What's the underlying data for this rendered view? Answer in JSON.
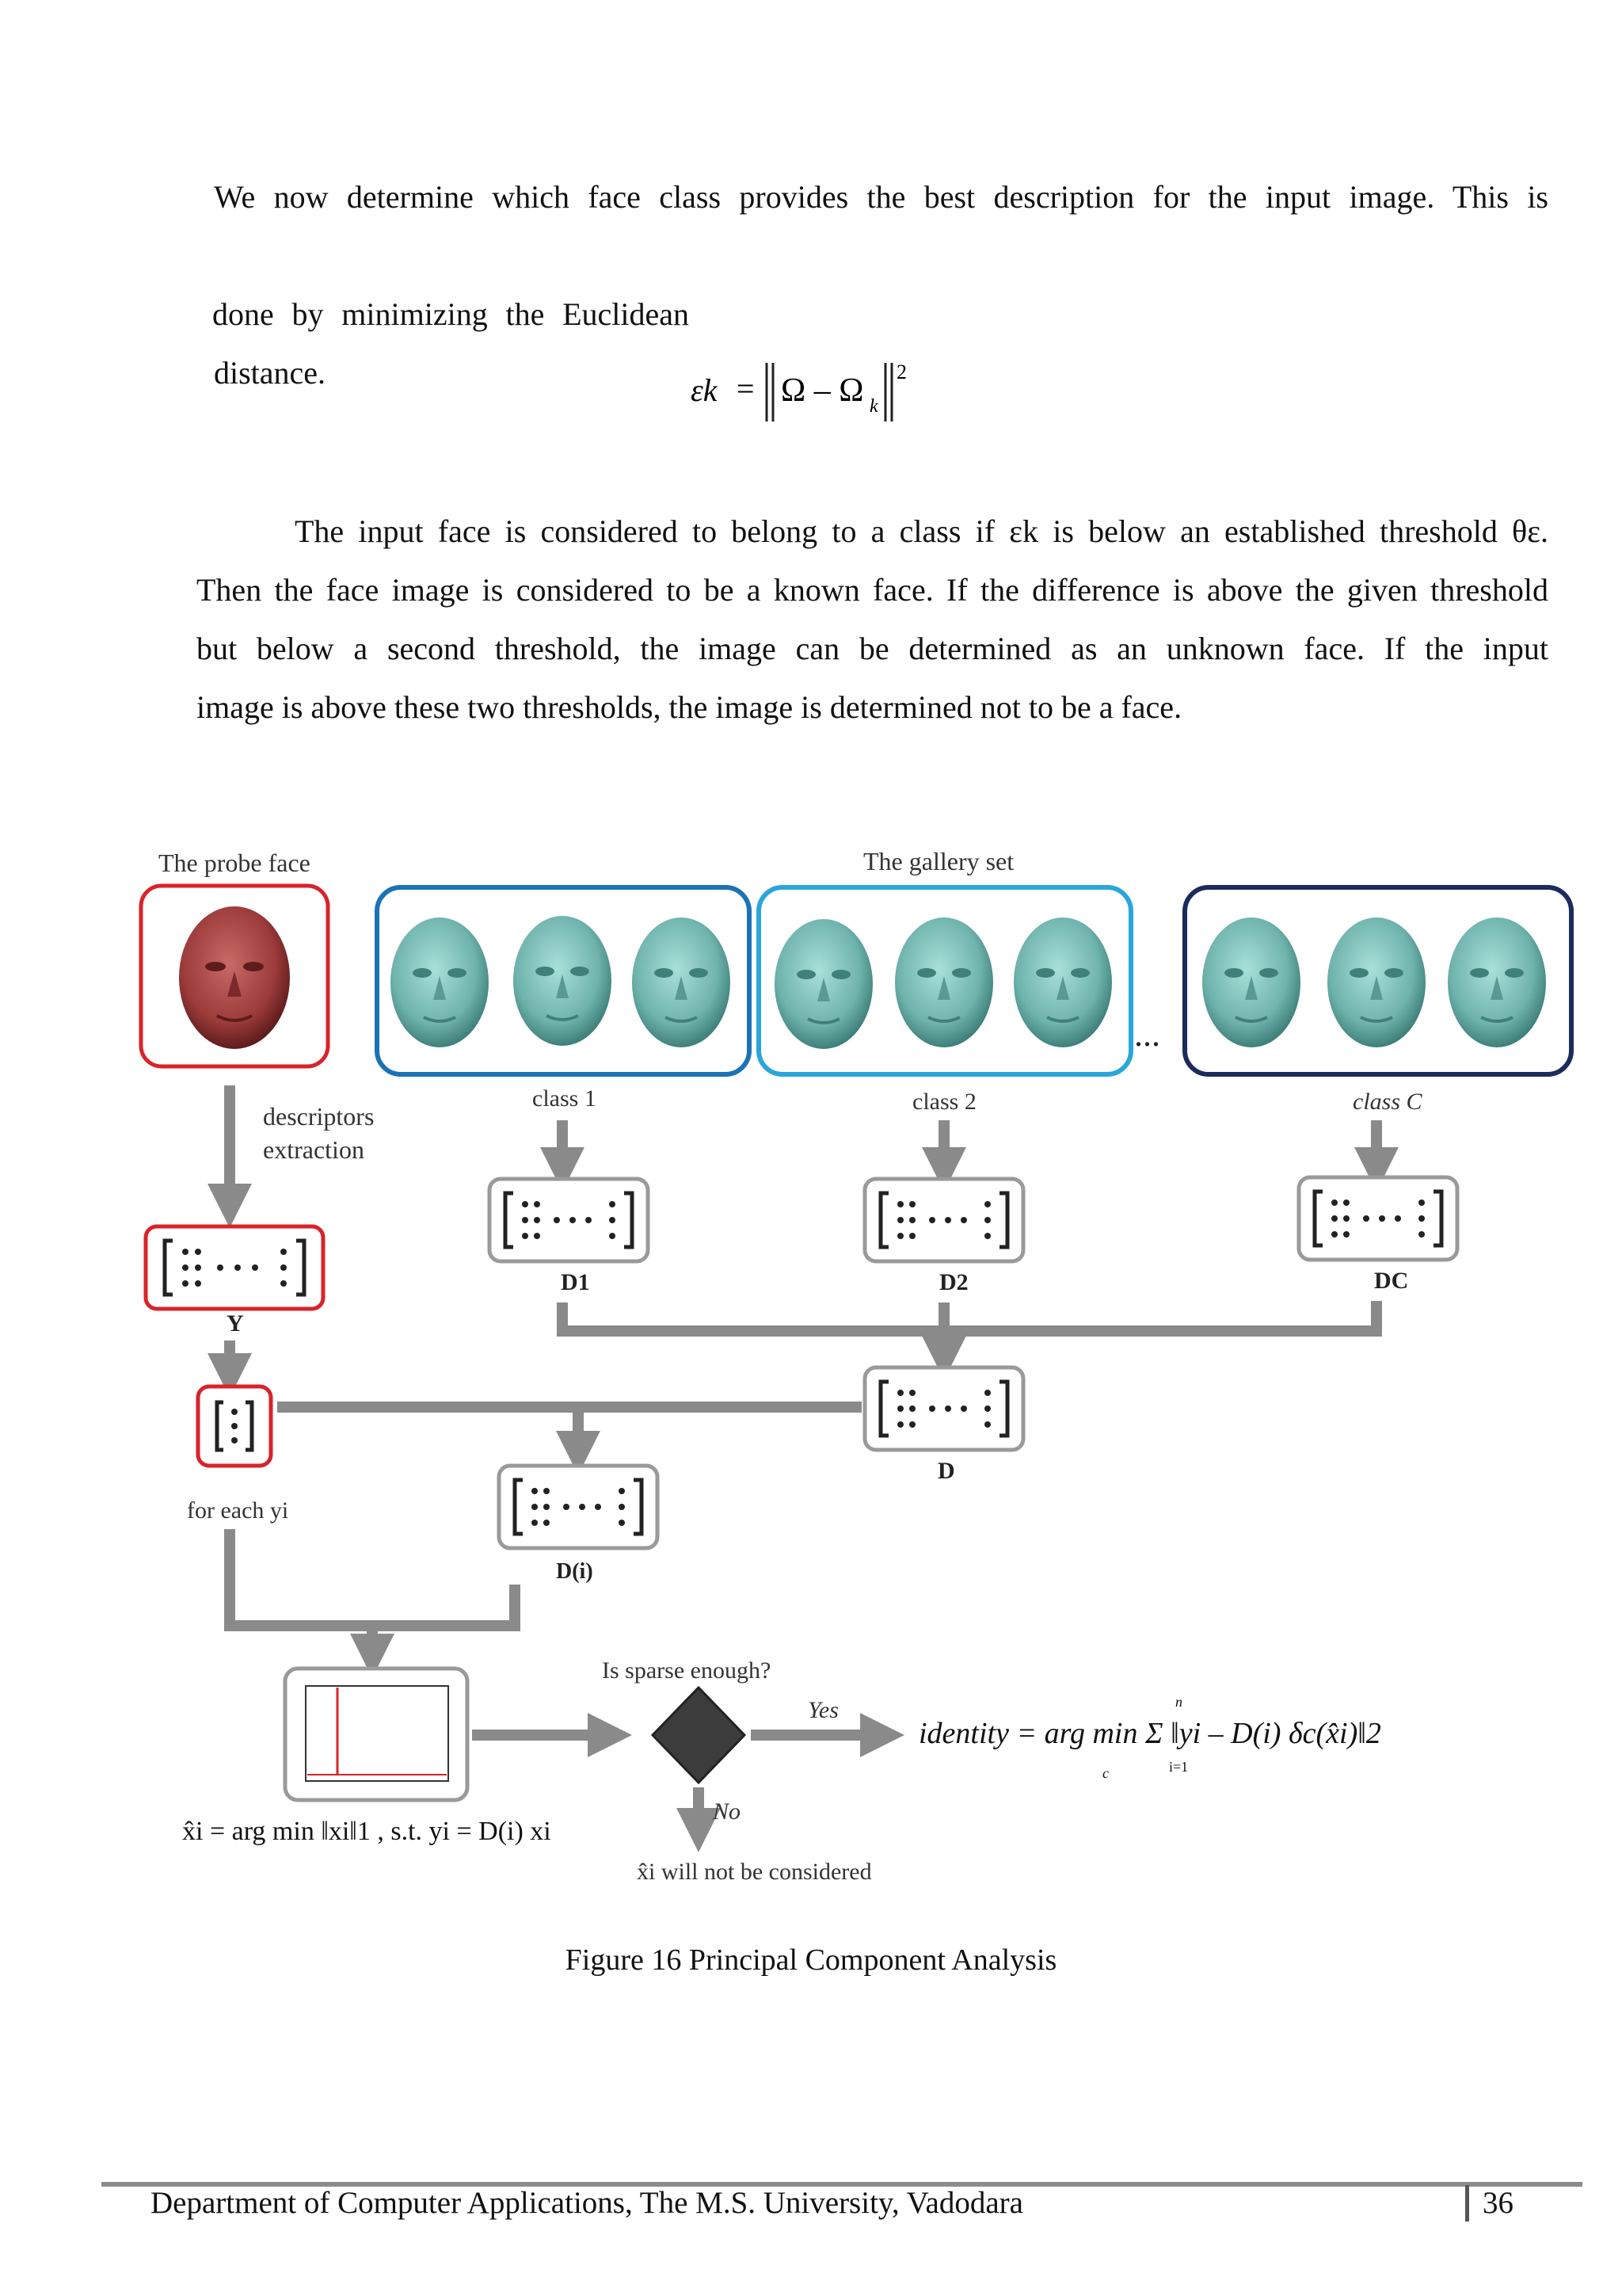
{
  "paragraph1": {
    "line1": "We now determine which face class provides the best description for the input image. This is",
    "line2": "done by minimizing the Euclidean distance."
  },
  "equation1": {
    "lhs": "εk",
    "rhs": "‖Ω – Ωk‖²"
  },
  "paragraph2": {
    "line1": "The input face is considered to belong to a class if εk is below an established threshold θε.",
    "line2": "Then the face image is considered to be a known face. If the difference is above the given threshold",
    "line3": "but below a second threshold, the image can be determined as an unknown face. If the input",
    "line4": "image is above these two thresholds, the image is determined not to be a face."
  },
  "figure": {
    "probe_title": "The probe face",
    "gallery_title": "The gallery set",
    "class1": "class 1",
    "class2": "class 2",
    "classC": "class C",
    "ellipsis": "...",
    "descriptors": "descriptors",
    "extraction": "extraction",
    "Y": "Y",
    "D1": "D1",
    "D2": "D2",
    "DC": "DC",
    "D": "D",
    "Di": "D(i)",
    "for_each": "for each yi",
    "is_sparse": "Is sparse enough?",
    "yes": "Yes",
    "no": "No",
    "identity_eq": "identity = arg min Σ ‖yi – D(i) δc(x̂i)‖2",
    "identity_sub": "c",
    "sum_top": "n",
    "sum_bottom": "i=1",
    "xhat_eq": "x̂i = arg min ‖xi‖1 , s.t. yi = D(i) xi",
    "not_considered": "x̂i will not be considered",
    "colors": {
      "probe_border": "#d9232a",
      "face_probe": "#9b3b3a",
      "face_gallery": "#6fb3ad",
      "class1_border": "#1b72b6",
      "class2_border": "#2aa6dc",
      "classC_border": "#1b2b5c",
      "arrow": "#8a8a8a"
    }
  },
  "caption": "Figure 16 Principal Component Analysis",
  "footer": {
    "text": "Department of Computer Applications, The M.S. University, Vadodara",
    "page": "36"
  }
}
